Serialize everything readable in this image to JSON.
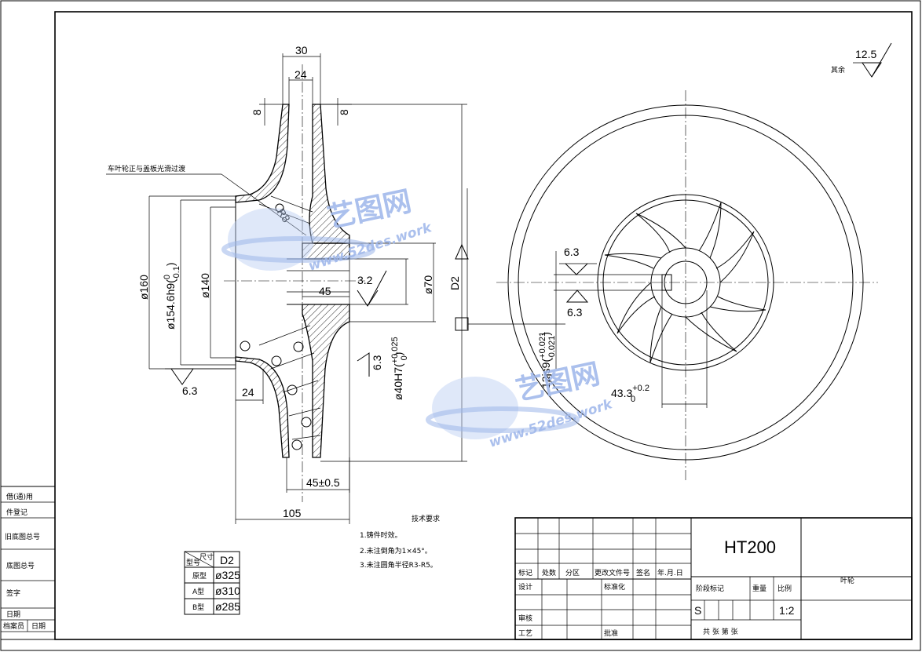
{
  "dimensions": {
    "width_30": "30",
    "width_24_top": "24",
    "eight_left": "8",
    "eight_right": "8",
    "r8": "R8",
    "phi160": "ø160",
    "phi154": "ø154.6h9(",
    "phi154_tol_upper": "0",
    "phi154_tol_lower": "-0.1",
    "phi154_close": ")",
    "phi140": "ø140",
    "phi70": "ø70",
    "hub45": "45",
    "phi40": "ø40H7(",
    "phi40_tol_upper": "+0.025",
    "phi40_tol_lower": "0",
    "phi40_close": ")",
    "d2": "D2",
    "bottom_24": "24",
    "hub_45_05": "45±0.5",
    "total_105": "105",
    "keyway_12": "12js9(",
    "keyway_tol_upper": "+0.021",
    "keyway_tol_lower": "-0.021",
    "keyway_close": ")",
    "keyway_43": "43.3",
    "keyway_43_tol_upper": "+0.2",
    "keyway_43_tol_lower": "0"
  },
  "roughness": {
    "r63_bottom_left": "6.3",
    "r32_hub": "3.2",
    "r63_bore": "6.3",
    "r63_key_top": "6.3",
    "r63_key_bottom": "6.3",
    "r125_global": "12.5",
    "global_label": "其余"
  },
  "annotation": {
    "leader_note": "车叶轮正与盖板光滑过渡"
  },
  "technical_requirements": {
    "title": "技术要求",
    "items": [
      "1.铸件时效。",
      "2.未注倒角为1×45°。",
      "3.未注圆角半径R3-R5。"
    ]
  },
  "d2_table": {
    "header_diag_top": "尺寸",
    "header_diag_bottom": "型号",
    "header_col": "D2",
    "rows": [
      {
        "type": "原型",
        "value": "ø325"
      },
      {
        "type": "A型",
        "value": "ø310"
      },
      {
        "type": "B型",
        "value": "ø285"
      }
    ]
  },
  "title_block": {
    "material": "HT200",
    "part_name": "叶轮",
    "row_labels": [
      "标记",
      "处数",
      "分区",
      "更改文件号",
      "签名",
      "年.月.日"
    ],
    "design": "设计",
    "standardize": "标准化",
    "review": "审核",
    "process": "工艺",
    "approve": "批准",
    "stage_mark": "阶段标记",
    "weight": "重量",
    "scale_label": "比例",
    "stage_value": "S",
    "scale_value": "1:2",
    "sheets": "共 张 第 张"
  },
  "left_strip": {
    "items": [
      "借(通)用",
      "件登记",
      "旧底图总号",
      "底图总号",
      "签字",
      "日期",
      "档案员",
      "日期"
    ]
  },
  "watermark": {
    "brand": "艺图网",
    "url": "www.52des.work"
  },
  "colors": {
    "line": "#000000",
    "watermark": "#9db6ea"
  }
}
